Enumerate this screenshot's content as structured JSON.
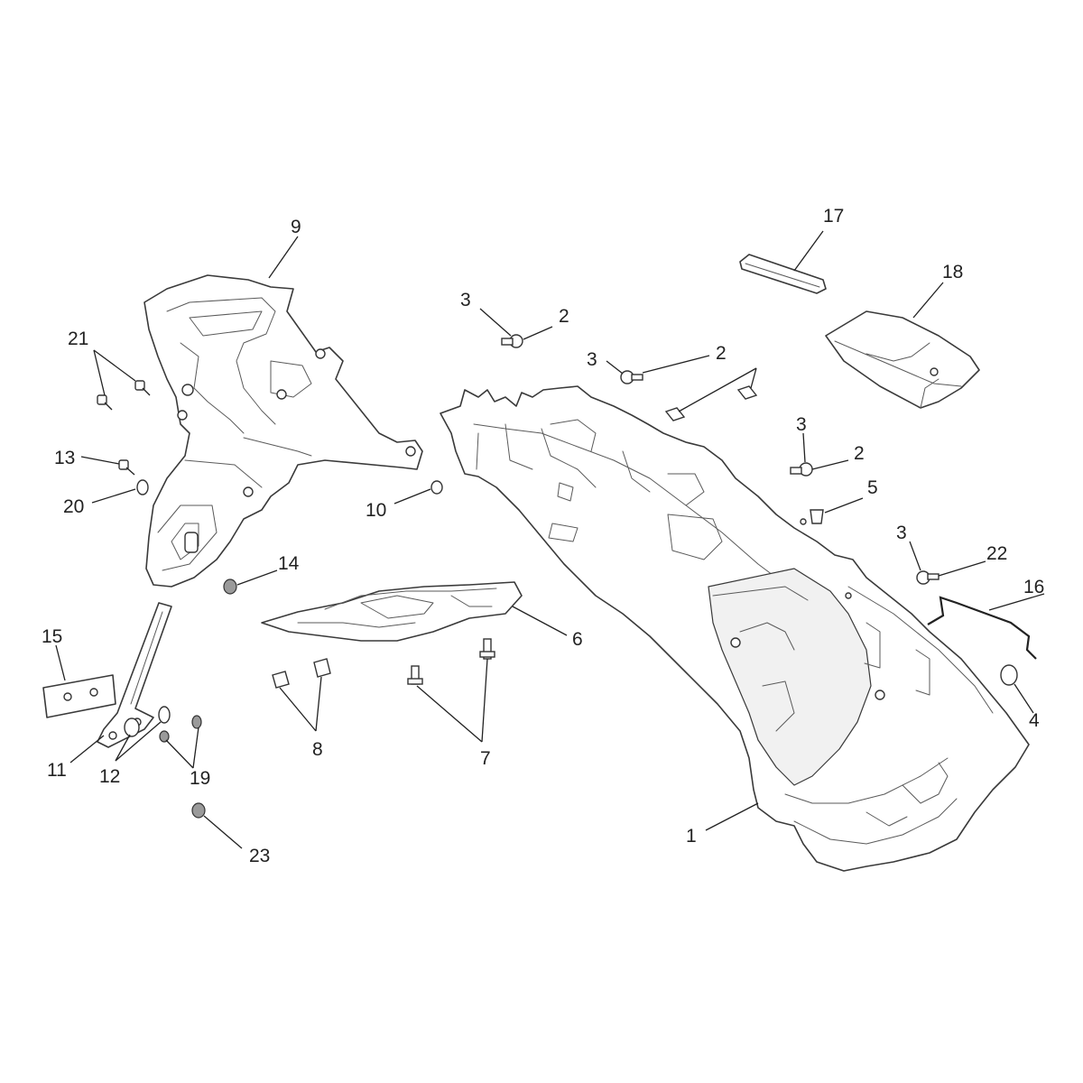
{
  "diagram": {
    "colors": {
      "line": "#3a3a3a",
      "text": "#222222",
      "background": "#ffffff",
      "shade": "#f1f1f1"
    },
    "callouts": [
      "1",
      "2",
      "2",
      "2",
      "3",
      "3",
      "3",
      "3",
      "4",
      "5",
      "6",
      "7",
      "8",
      "9",
      "10",
      "11",
      "12",
      "13",
      "14",
      "15",
      "16",
      "17",
      "18",
      "19",
      "20",
      "21",
      "22",
      "23"
    ]
  }
}
